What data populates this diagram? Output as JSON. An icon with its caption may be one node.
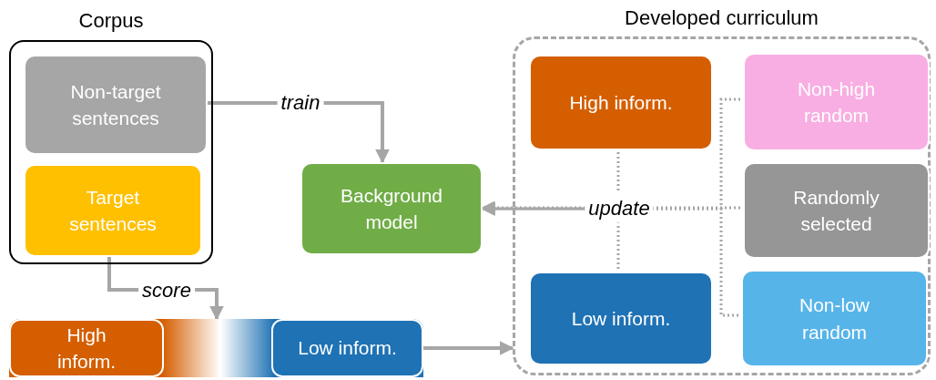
{
  "diagram": {
    "nodes": [
      {
        "text": [
          "Corpus"
        ]
      },
      {
        "text": [
          "Non-target sentences"
        ],
        "in": 0
      },
      {
        "text": [
          "Target sentences"
        ],
        "in": 0
      },
      {
        "text": [
          "Background model"
        ]
      },
      {
        "text": [],
        "shape": "bar"
      },
      {
        "text": [
          "High inform."
        ],
        "in": 4
      },
      {
        "text": [
          "Low inform."
        ],
        "in": 4
      },
      {
        "text": [
          "Developed curriculum"
        ]
      },
      {
        "text": [
          "High inform."
        ],
        "in": 7
      },
      {
        "text": [
          "Non-high random"
        ],
        "in": 7
      },
      {
        "text": [
          "Randomly selected"
        ],
        "in": 7
      },
      {
        "text": [
          "Low inform."
        ],
        "in": 7
      },
      {
        "text": [
          "Non-low random"
        ],
        "in": 7
      }
    ],
    "edges": [
      {
        "from": 1,
        "to": 3,
        "arrow": "to",
        "label": "train"
      },
      {
        "from": 2,
        "to": 4,
        "arrow": "to",
        "label": "score"
      },
      {
        "from": 6,
        "to": 7,
        "arrow": "to"
      },
      {
        "from": 10,
        "to": 3,
        "arrow": "to",
        "label": "update",
        "style": "dashed"
      },
      {
        "from": 8,
        "to": 3,
        "arrow": "to",
        "style": "dashed"
      },
      {
        "from": 11,
        "to": 3,
        "arrow": "to",
        "style": "dashed"
      },
      {
        "from": 9,
        "to": 3,
        "arrow": "to",
        "style": "dashed"
      },
      {
        "from": 12,
        "to": 3,
        "arrow": "to",
        "style": "dashed"
      }
    ]
  }
}
